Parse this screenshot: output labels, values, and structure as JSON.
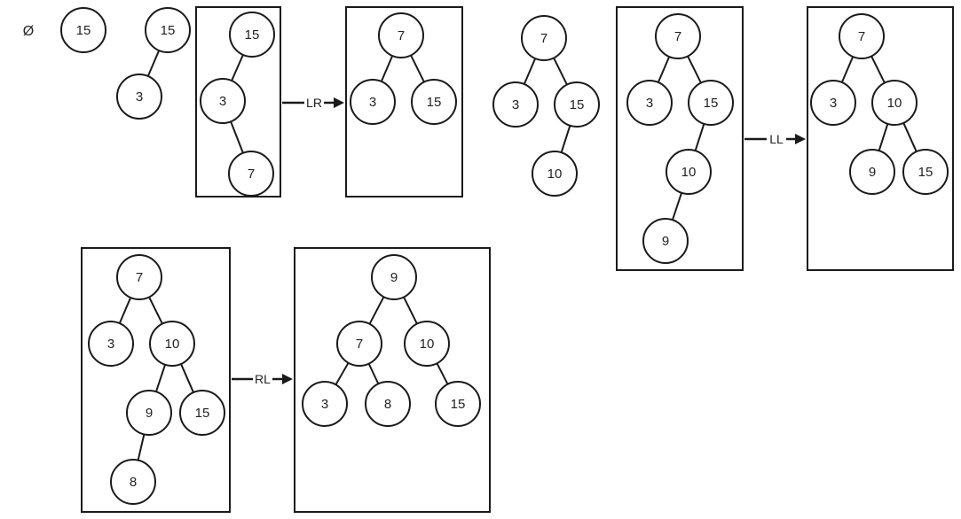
{
  "empty_tree_label": "Ø",
  "stages": [
    {
      "id": "s1",
      "nodes": [
        {
          "id": "a",
          "label": "15"
        }
      ],
      "edges": []
    },
    {
      "id": "s2",
      "nodes": [
        {
          "id": "a",
          "label": "15"
        },
        {
          "id": "b",
          "label": "3"
        }
      ],
      "edges": [
        [
          "a",
          "b"
        ]
      ]
    },
    {
      "id": "s3",
      "nodes": [
        {
          "id": "a",
          "label": "15"
        },
        {
          "id": "b",
          "label": "3"
        },
        {
          "id": "c",
          "label": "7"
        }
      ],
      "edges": [
        [
          "a",
          "b"
        ],
        [
          "b",
          "c"
        ]
      ]
    },
    {
      "id": "s4",
      "nodes": [
        {
          "id": "a",
          "label": "7"
        },
        {
          "id": "b",
          "label": "3"
        },
        {
          "id": "c",
          "label": "15"
        }
      ],
      "edges": [
        [
          "a",
          "b"
        ],
        [
          "a",
          "c"
        ]
      ]
    },
    {
      "id": "s5",
      "nodes": [
        {
          "id": "a",
          "label": "7"
        },
        {
          "id": "b",
          "label": "3"
        },
        {
          "id": "c",
          "label": "15"
        },
        {
          "id": "d",
          "label": "10"
        }
      ],
      "edges": [
        [
          "a",
          "b"
        ],
        [
          "a",
          "c"
        ],
        [
          "c",
          "d"
        ]
      ]
    },
    {
      "id": "s6",
      "nodes": [
        {
          "id": "a",
          "label": "7"
        },
        {
          "id": "b",
          "label": "3"
        },
        {
          "id": "c",
          "label": "15"
        },
        {
          "id": "d",
          "label": "10"
        },
        {
          "id": "e",
          "label": "9"
        }
      ],
      "edges": [
        [
          "a",
          "b"
        ],
        [
          "a",
          "c"
        ],
        [
          "c",
          "d"
        ],
        [
          "d",
          "e"
        ]
      ]
    },
    {
      "id": "s7",
      "nodes": [
        {
          "id": "a",
          "label": "7"
        },
        {
          "id": "b",
          "label": "3"
        },
        {
          "id": "c",
          "label": "10"
        },
        {
          "id": "d",
          "label": "9"
        },
        {
          "id": "e",
          "label": "15"
        }
      ],
      "edges": [
        [
          "a",
          "b"
        ],
        [
          "a",
          "c"
        ],
        [
          "c",
          "d"
        ],
        [
          "c",
          "e"
        ]
      ]
    },
    {
      "id": "s8",
      "nodes": [
        {
          "id": "a",
          "label": "7"
        },
        {
          "id": "b",
          "label": "3"
        },
        {
          "id": "c",
          "label": "10"
        },
        {
          "id": "d",
          "label": "9"
        },
        {
          "id": "e",
          "label": "15"
        },
        {
          "id": "f",
          "label": "8"
        }
      ],
      "edges": [
        [
          "a",
          "b"
        ],
        [
          "a",
          "c"
        ],
        [
          "c",
          "d"
        ],
        [
          "c",
          "e"
        ],
        [
          "d",
          "f"
        ]
      ]
    },
    {
      "id": "s9",
      "nodes": [
        {
          "id": "a",
          "label": "9"
        },
        {
          "id": "b",
          "label": "7"
        },
        {
          "id": "c",
          "label": "10"
        },
        {
          "id": "d",
          "label": "3"
        },
        {
          "id": "e",
          "label": "8"
        },
        {
          "id": "f",
          "label": "15"
        }
      ],
      "edges": [
        [
          "a",
          "b"
        ],
        [
          "a",
          "c"
        ],
        [
          "b",
          "d"
        ],
        [
          "b",
          "e"
        ],
        [
          "c",
          "f"
        ]
      ]
    }
  ],
  "rotations": [
    {
      "id": "r1",
      "label": "LR",
      "from": "s3",
      "to": "s4"
    },
    {
      "id": "r2",
      "label": "LL",
      "from": "s6",
      "to": "s7"
    },
    {
      "id": "r3",
      "label": "RL",
      "from": "s8",
      "to": "s9"
    }
  ],
  "framed_stages": [
    "s3",
    "s4",
    "s6",
    "s7",
    "s8",
    "s9"
  ]
}
